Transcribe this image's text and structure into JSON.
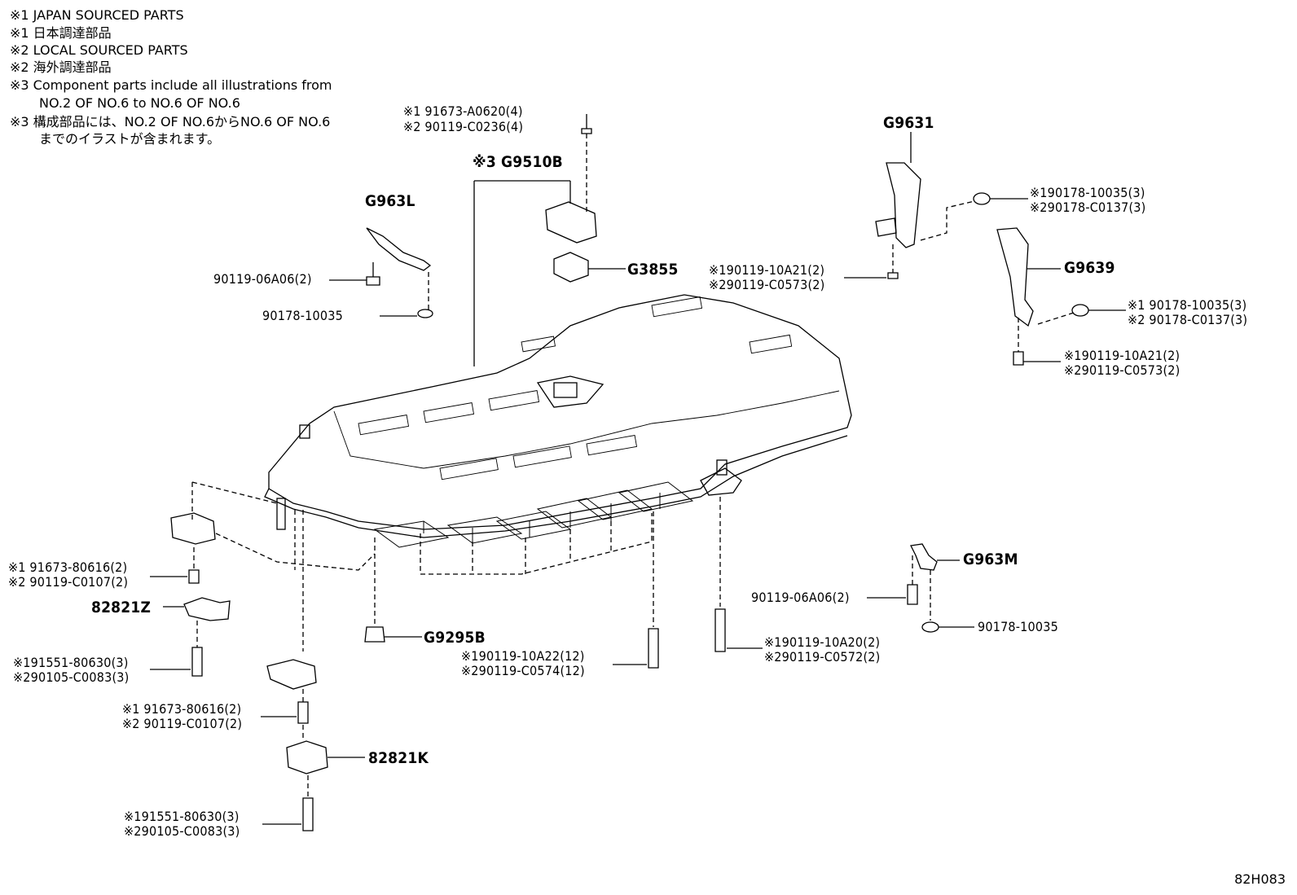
{
  "notes": [
    "※1 JAPAN SOURCED PARTS",
    "※1 日本調達部品",
    "※2 LOCAL SOURCED PARTS",
    "※2 海外調達部品",
    "※3 Component parts include all illustrations from",
    "NO.2 OF NO.6 to NO.6 OF NO.6",
    "※3 構成部品には、NO.2 OF NO.6からNO.6 OF NO.6",
    "までのイラストが含まれます。"
  ],
  "labels": {
    "top_bolt_1": "※1 91673-A0620(4)",
    "top_bolt_2": "※2 90119-C0236(4)",
    "g9510b": "※3 G9510B",
    "g963l": "G963L",
    "g963l_bolt": "90119-06A06(2)",
    "g963l_nut": "90178-10035",
    "g3855": "G3855",
    "g9631": "G9631",
    "g9631_nut_1": "※190178-10035(3)",
    "g9631_nut_2": "※290178-C0137(3)",
    "g9631_bolt_1": "※190119-10A21(2)",
    "g9631_bolt_2": "※290119-C0573(2)",
    "g9639": "G9639",
    "g9639_nut_1": "※1 90178-10035(3)",
    "g9639_nut_2": "※2 90178-C0137(3)",
    "g9639_bolt_1": "※190119-10A21(2)",
    "g9639_bolt_2": "※290119-C0573(2)",
    "left_bolt_1": "※1 91673-80616(2)",
    "left_bolt_2": "※2 90119-C0107(2)",
    "p82821z": "82821Z",
    "z_bolt_1": "※191551-80630(3)",
    "z_bolt_2": "※290105-C0083(3)",
    "g9295b": "G9295B",
    "center_bolt_1": "※190119-10A22(12)",
    "center_bolt_2": "※290119-C0574(12)",
    "g963m": "G963M",
    "g963m_bolt": "90119-06A06(2)",
    "g963m_nut": "90178-10035",
    "right_bolt_1": "※190119-10A20(2)",
    "right_bolt_2": "※290119-C0572(2)",
    "mid_bolt_1": "※1 91673-80616(2)",
    "mid_bolt_2": "※2 90119-C0107(2)",
    "p82821k": "82821K",
    "k_bolt_1": "※191551-80630(3)",
    "k_bolt_2": "※290105-C0083(3)"
  },
  "figure_id": "82H083"
}
